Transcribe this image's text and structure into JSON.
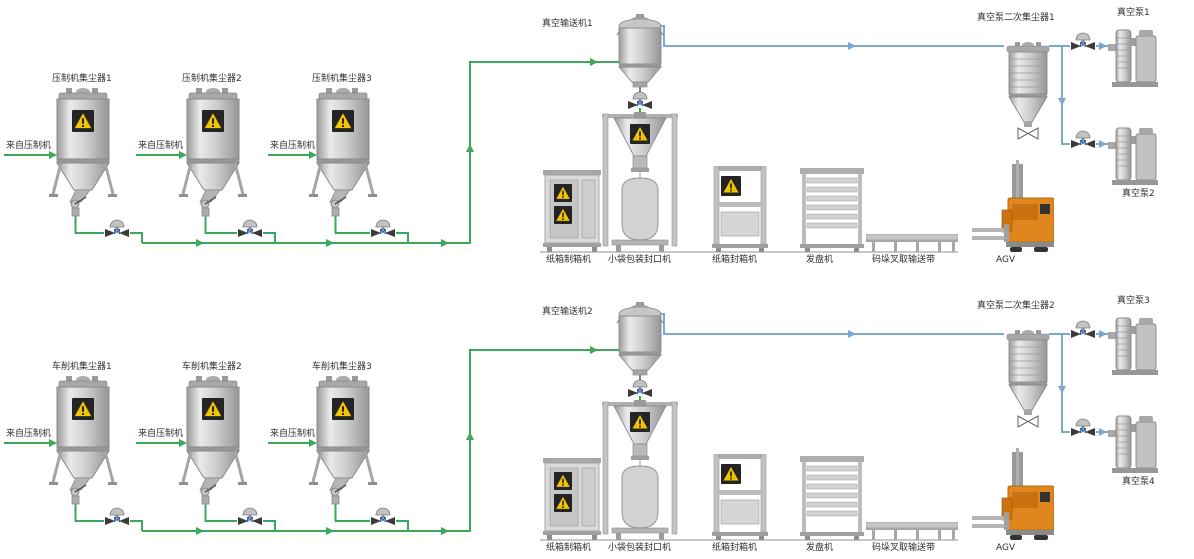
{
  "labels": {
    "valve": "M"
  },
  "colors": {
    "pipe_green": "#3aa95c",
    "pipe_blue": "#7fa8cd",
    "agv_orange": "#e0861f",
    "warning_yellow": "#f2c500",
    "warning_black": "#242424"
  },
  "sections": [
    {
      "name": "press-line",
      "collectors": [
        {
          "label": "压制机集尘器1",
          "source_label": "来自压制机"
        },
        {
          "label": "压制机集尘器2",
          "source_label": "来自压制机"
        },
        {
          "label": "压制机集尘器3",
          "source_label": "来自压制机"
        }
      ],
      "vacuum_conveyor_label": "真空输送机1",
      "secondary_collector_label": "真空泵二次集尘器1",
      "pumps": [
        {
          "label": "真空泵1"
        },
        {
          "label": "真空泵2"
        }
      ],
      "equipment_labels": [
        "纸箱制箱机",
        "小袋包装封口机",
        "纸箱封箱机",
        "发盘机",
        "码垛叉取输送带",
        "AGV"
      ]
    },
    {
      "name": "turning-line",
      "collectors": [
        {
          "label": "车削机集尘器1",
          "source_label": "来自压制机"
        },
        {
          "label": "车削机集尘器2",
          "source_label": "来自压制机"
        },
        {
          "label": "车削机集尘器3",
          "source_label": "来自压制机"
        }
      ],
      "vacuum_conveyor_label": "真空输送机2",
      "secondary_collector_label": "真空泵二次集尘器2",
      "pumps": [
        {
          "label": "真空泵3"
        },
        {
          "label": "真空泵4"
        }
      ],
      "equipment_labels": [
        "纸箱制箱机",
        "小袋包装封口机",
        "纸箱封箱机",
        "发盘机",
        "码垛叉取输送带",
        "AGV"
      ]
    }
  ]
}
